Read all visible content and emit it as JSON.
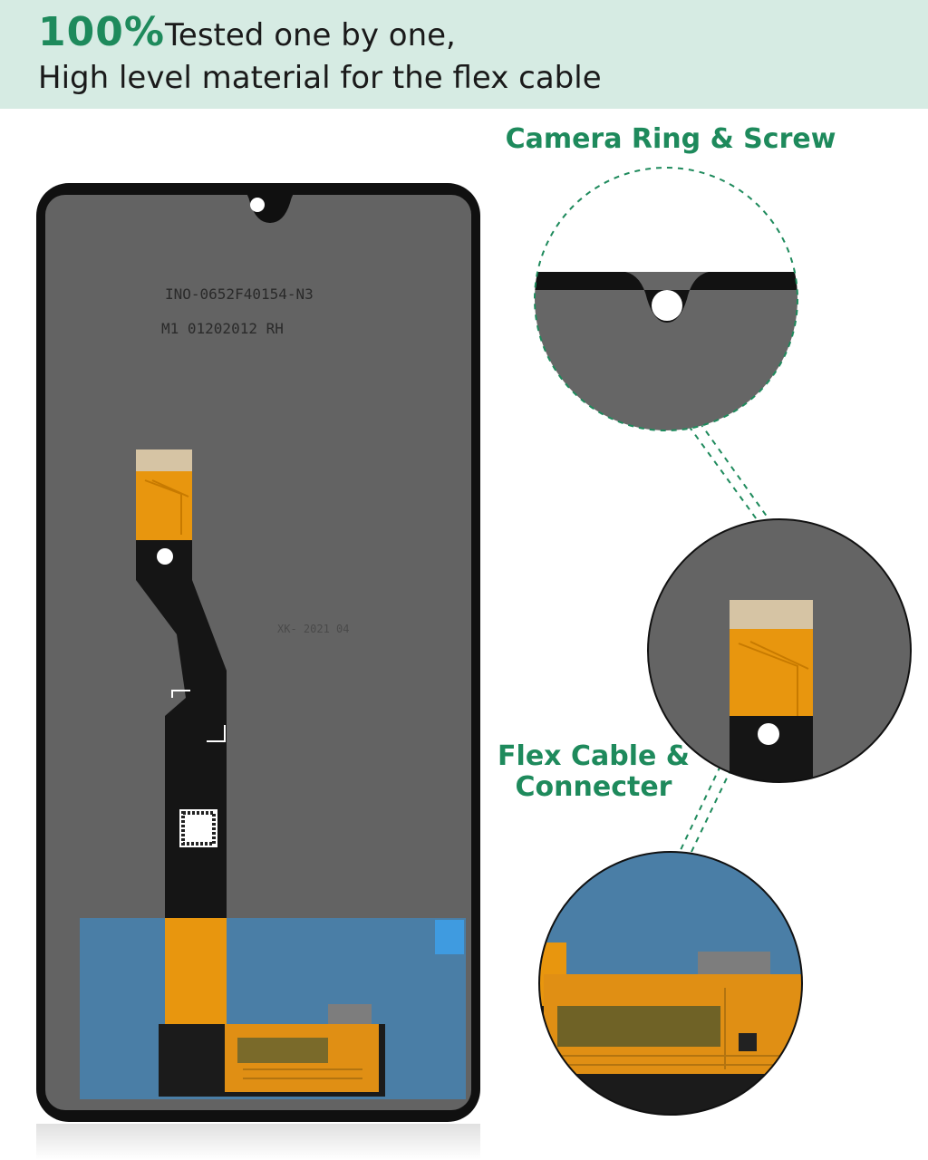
{
  "banner": {
    "headline_percent": "100%",
    "headline_rest": "Tested one by one,",
    "subline": "High level material for the flex cable"
  },
  "callouts": {
    "camera_label": "Camera Ring & Screw",
    "flex_label_line1": "Flex Cable &",
    "flex_label_line2": "Connecter"
  },
  "panel_markings": {
    "serial": "INO-0652F40154-N3",
    "batch": "M1 01202012 RH",
    "date_code": "XK- 2021 04"
  },
  "colors": {
    "accent": "#1e8a5c",
    "banner_bg": "#d6ebe3",
    "panel_gray": "#636363",
    "flex_orange": "#e8960e",
    "shield_blue": "#4a7ea6"
  }
}
